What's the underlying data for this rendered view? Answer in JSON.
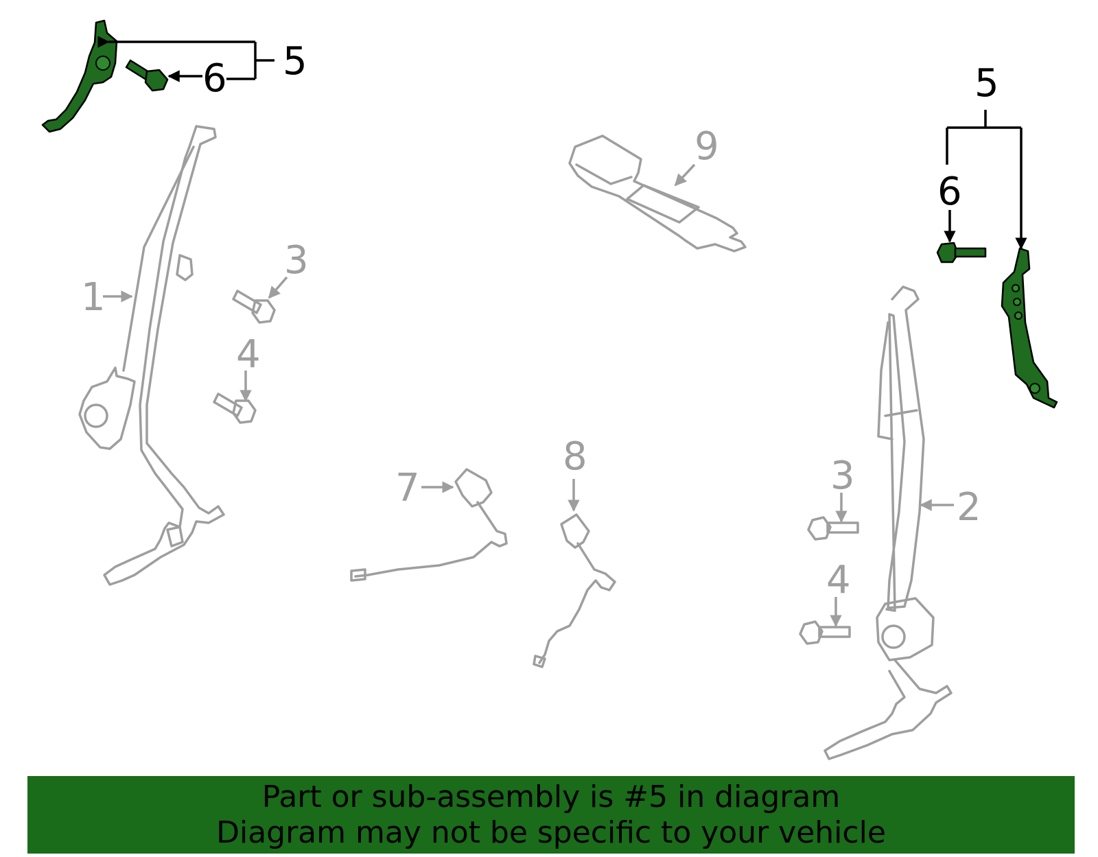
{
  "callouts": {
    "top_left_5": "5",
    "top_left_6": "6",
    "right_5": "5",
    "right_6": "6",
    "left_belt_1": "1",
    "left_bolt_3": "3",
    "left_bolt_4": "4",
    "right_belt_2": "2",
    "right_bolt_3": "3",
    "right_bolt_4": "4",
    "buckle_7": "7",
    "buckle_8": "8",
    "buckle_9": "9"
  },
  "banner": {
    "line1": "Part or sub-assembly is #5 in diagram",
    "line2": "Diagram may not be specific to your vehicle"
  },
  "colors": {
    "highlight": "#1f6b1f",
    "banner": "#1a6b1a",
    "part_outline": "#9e9e9e"
  }
}
